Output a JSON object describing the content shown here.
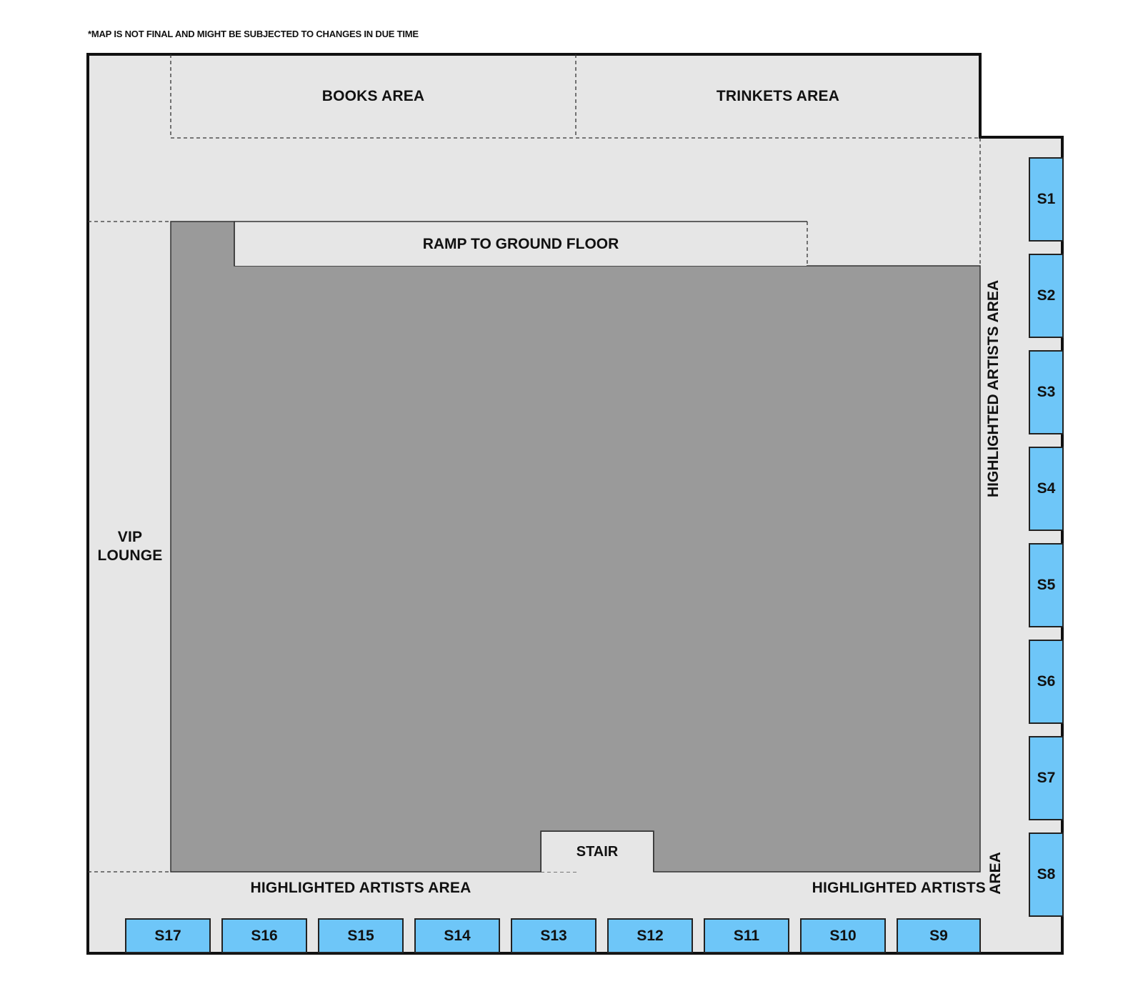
{
  "note": "*MAP IS NOT FINAL AND MIGHT BE SUBJECTED TO CHANGES IN DUE TIME",
  "areas": {
    "books": "BOOKS AREA",
    "trinkets": "TRINKETS AREA",
    "ramp": "RAMP TO GROUND FLOOR",
    "vip_line1": "VIP",
    "vip_line2": "LOUNGE",
    "stair": "STAIR",
    "highlighted_right": "HIGHLIGHTED ARTISTS AREA",
    "highlighted_bottom": "HIGHLIGHTED ARTISTS AREA",
    "highlighted_corner": "HIGHLIGHTED ARTISTS",
    "highlighted_corner_rot": "AREA"
  },
  "colors": {
    "floor": "#e6e6e6",
    "void": "#9a9a9a",
    "stall": "#6ec6f8",
    "wall": "#111111"
  },
  "stalls_right": [
    "S1",
    "S2",
    "S3",
    "S4",
    "S5",
    "S6",
    "S7",
    "S8"
  ],
  "stalls_bottom": [
    "S17",
    "S16",
    "S15",
    "S14",
    "S13",
    "S12",
    "S11",
    "S10",
    "S9"
  ]
}
